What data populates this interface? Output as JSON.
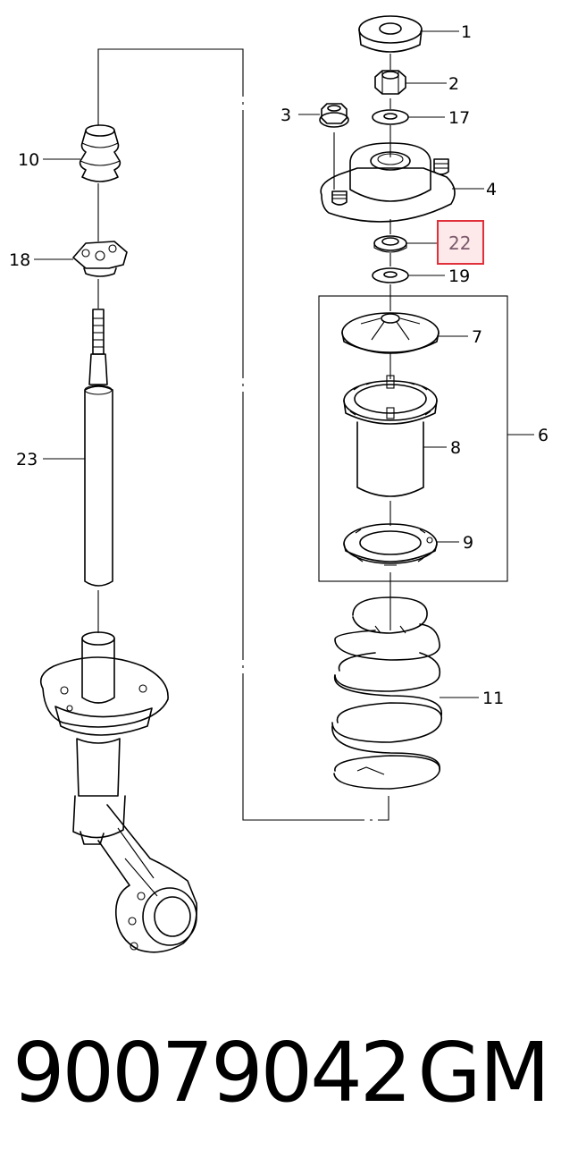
{
  "diagram": {
    "callouts": [
      {
        "id": "1",
        "label": "1"
      },
      {
        "id": "2",
        "label": "2"
      },
      {
        "id": "3",
        "label": "3"
      },
      {
        "id": "4",
        "label": "4"
      },
      {
        "id": "6",
        "label": "6"
      },
      {
        "id": "7",
        "label": "7"
      },
      {
        "id": "8",
        "label": "8"
      },
      {
        "id": "9",
        "label": "9"
      },
      {
        "id": "10",
        "label": "10"
      },
      {
        "id": "11",
        "label": "11"
      },
      {
        "id": "17",
        "label": "17"
      },
      {
        "id": "18",
        "label": "18"
      },
      {
        "id": "19",
        "label": "19"
      },
      {
        "id": "22",
        "label": "22",
        "highlighted": true
      },
      {
        "id": "23",
        "label": "23"
      }
    ],
    "highlight_color": "#e0303a",
    "highlight_fill": "#fde8ea"
  },
  "footer": {
    "part_number": "90079042",
    "brand": "GM"
  }
}
